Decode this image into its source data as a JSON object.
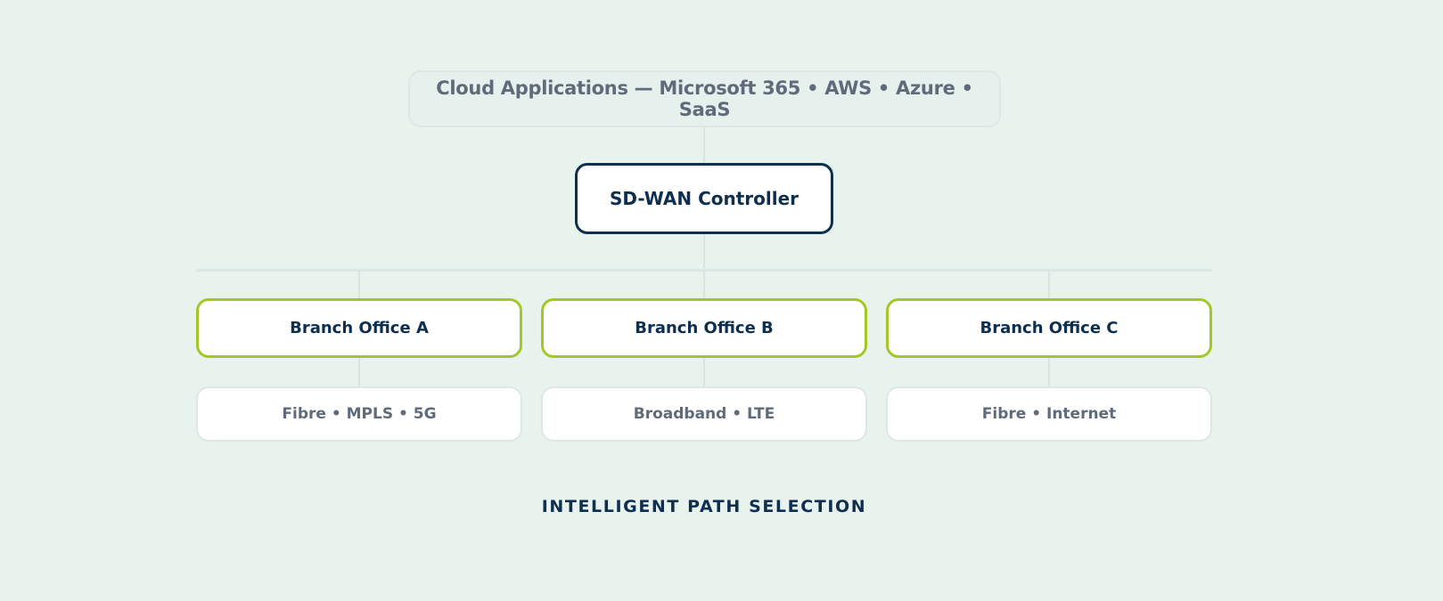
{
  "cloud": {
    "label": "Cloud Applications — Microsoft 365 • AWS • Azure • SaaS"
  },
  "controller": {
    "label": "SD-WAN Controller"
  },
  "branches": [
    {
      "label": "Branch Office A",
      "links": "Fibre • MPLS • 5G"
    },
    {
      "label": "Branch Office B",
      "links": "Broadband • LTE"
    },
    {
      "label": "Branch Office C",
      "links": "Fibre • Internet"
    }
  ],
  "footer": {
    "label": "INTELLIGENT PATH SELECTION"
  },
  "colors": {
    "background": "#e8f3ee",
    "navy": "#0e2f4f",
    "lime_accent": "#a3c726",
    "muted_text": "#5f6b7a",
    "connector": "#d9e5e3"
  }
}
